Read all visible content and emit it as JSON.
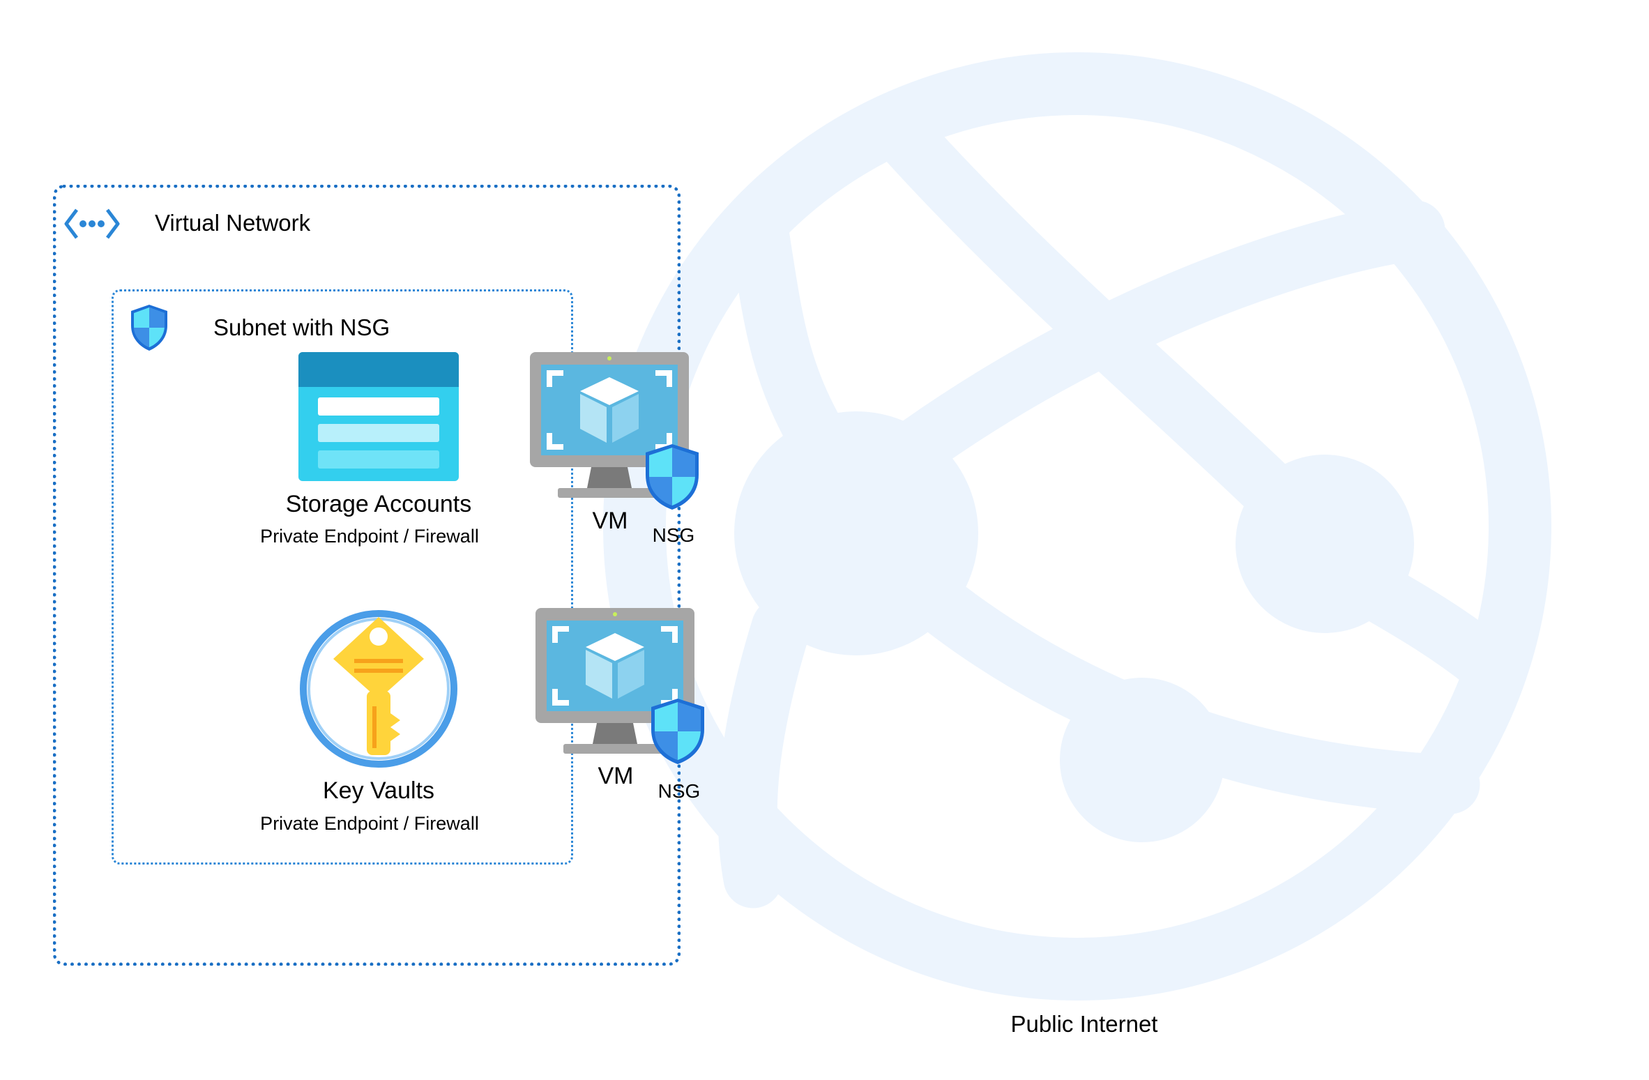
{
  "vnet": {
    "label": "Virtual Network"
  },
  "subnet": {
    "label": "Subnet with NSG"
  },
  "storage": {
    "label": "Storage Accounts",
    "sublabel": "Private Endpoint / Firewall"
  },
  "keyvault": {
    "label": "Key Vaults",
    "sublabel": "Private Endpoint / Firewall"
  },
  "vms": [
    {
      "label": "VM",
      "nsg_label": "NSG"
    },
    {
      "label": "VM",
      "nsg_label": "NSG"
    }
  ],
  "internet": {
    "label": "Public Internet"
  },
  "colors": {
    "globe_fill": "#ecf4fd",
    "vnet_border": "#1a6fc4",
    "subnet_border": "#2a86d6",
    "storage_top": "#1b8fbf",
    "storage_body": "#33cfee",
    "monitor_frame": "#a6a6a6",
    "monitor_screen": "#5bb7e0",
    "shield_light": "#5ee2f8",
    "shield_dark": "#1d6fd6",
    "key_yellow": "#ffd43b"
  },
  "icons": {
    "vnet": "virtual-network-icon",
    "subnet": "nsg-shield-icon",
    "storage": "storage-account-icon",
    "keyvault": "key-vault-icon",
    "vm": "virtual-machine-icon",
    "nsg": "nsg-shield-icon",
    "internet": "globe-network-icon"
  }
}
